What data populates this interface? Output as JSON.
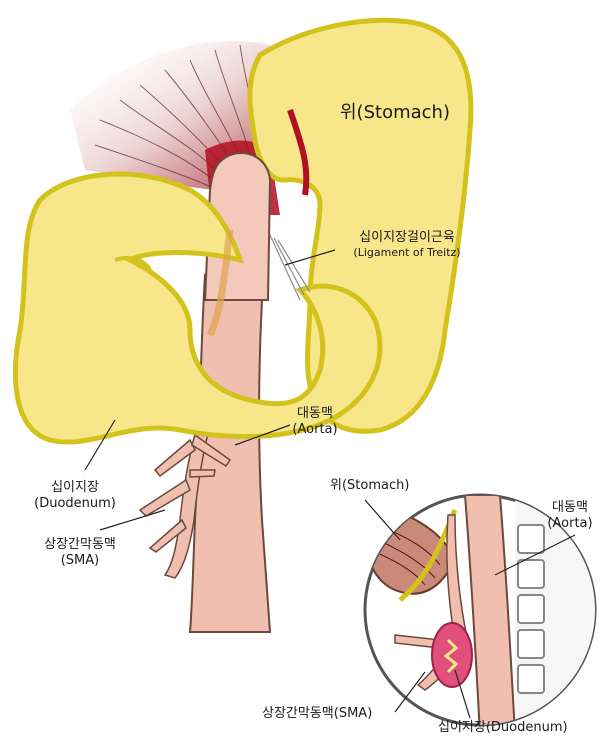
{
  "colors": {
    "organ_fill": "#f7e68a",
    "organ_outline": "#d4c21c",
    "vessel_fill": "#f0bfb0",
    "vessel_outline": "#6b4a3c",
    "mesentery": "#b01020",
    "line": "#222222"
  },
  "main_labels": {
    "stomach": "위(Stomach)",
    "treitz_ko": "십이지장걸이근육",
    "treitz_en": "(Ligament of Treitz)",
    "aorta_ko": "대동맥",
    "aorta_en": "(Aorta)",
    "duodenum_ko": "십이지장",
    "duodenum_en": "(Duodenum)",
    "sma_ko": "상장간막동맥",
    "sma_en": "(SMA)"
  },
  "inset_labels": {
    "stomach": "위(Stomach)",
    "aorta_ko": "대동맥",
    "aorta_en": "(Aorta)",
    "sma": "상장간막동맥(SMA)",
    "duodenum": "십이지장(Duodenum)"
  }
}
